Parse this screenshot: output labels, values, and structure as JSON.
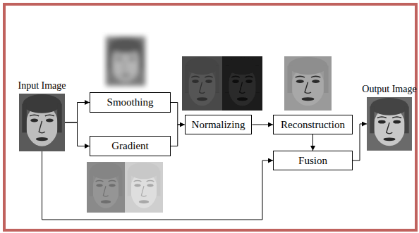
{
  "diagram": {
    "nodes": [
      {
        "text": [
          "Input Image"
        ]
      },
      {
        "text": [
          "Smoothing"
        ]
      },
      {
        "text": [
          "Gradient"
        ]
      },
      {
        "text": [
          "Normalizing"
        ]
      },
      {
        "text": [
          "Reconstruction"
        ]
      },
      {
        "text": [
          "Fusion"
        ]
      },
      {
        "text": [
          "Output Image"
        ]
      }
    ],
    "edges": [
      {
        "from": 0,
        "to": 1,
        "arrow": "to"
      },
      {
        "from": 0,
        "to": 2,
        "arrow": "to"
      },
      {
        "from": 1,
        "to": 3,
        "arrow": "to"
      },
      {
        "from": 2,
        "to": 3,
        "arrow": "to"
      },
      {
        "from": 3,
        "to": 4,
        "arrow": "to"
      },
      {
        "from": 4,
        "to": 5,
        "arrow": "to"
      },
      {
        "from": 0,
        "to": 5,
        "arrow": "to"
      },
      {
        "from": 5,
        "to": 6,
        "arrow": "to"
      }
    ]
  }
}
